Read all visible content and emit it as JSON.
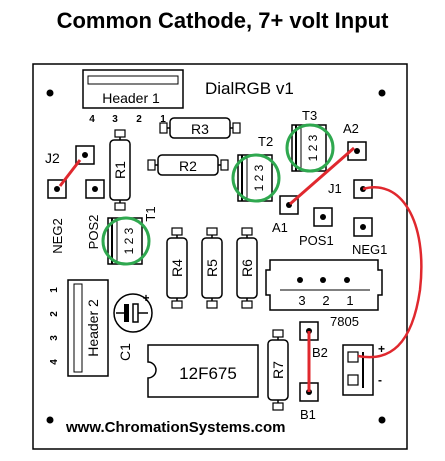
{
  "title": "Common Cathode, 7+ volt Input",
  "board_name": "DialRGB v1",
  "website": "www.ChromationSystems.com",
  "colors": {
    "ink": "#000000",
    "highlight_green": "#2fa84f",
    "wire_red": "#e0282e",
    "board": "#ffffff"
  },
  "header1": {
    "label": "Header 1",
    "pins": [
      "4",
      "3",
      "2",
      "1"
    ]
  },
  "header2": {
    "label": "Header 2",
    "pins": [
      "1",
      "2",
      "3",
      "4"
    ]
  },
  "resistors": {
    "r1": "R1",
    "r2": "R2",
    "r3": "R3",
    "r4": "R4",
    "r5": "R5",
    "r6": "R6",
    "r7": "R7"
  },
  "transistors": {
    "t1": {
      "label": "T1",
      "pins": "1 2 3"
    },
    "t2": {
      "label": "T2",
      "pins": "1 2 3"
    },
    "t3": {
      "label": "T3",
      "pins": "1 2 3"
    }
  },
  "regulator": {
    "label": "7805",
    "pins": [
      "3",
      "2",
      "1"
    ]
  },
  "capacitor": {
    "label": "C1",
    "polarity": "+"
  },
  "chip": {
    "label": "12F675"
  },
  "pads": {
    "j1": "J1",
    "j2": "J2",
    "a1": "A1",
    "a2": "A2",
    "b1": "B1",
    "b2": "B2",
    "pos1": "POS1",
    "pos2": "POS2",
    "neg1": "NEG1",
    "neg2": "NEG2"
  },
  "power_terminal": {
    "plus": "+",
    "minus": "-"
  }
}
